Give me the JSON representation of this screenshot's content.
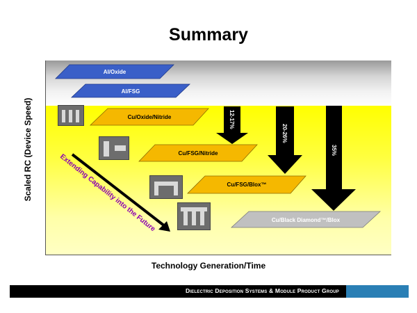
{
  "title": "Summary",
  "axes": {
    "y_label": "Scaled RC (Device Speed)",
    "x_label": "Technology Generation/Time"
  },
  "stages": [
    {
      "label": "Al/Oxide",
      "color": "#3a5fc8"
    },
    {
      "label": "Al/FSG",
      "color": "#3a5fc8"
    },
    {
      "label": "Cu/Oxide/Nitride",
      "color": "#f5b800"
    },
    {
      "label": "Cu/FSG/Nitride",
      "color": "#f5b800"
    },
    {
      "label": "Cu/FSG/Blox™",
      "color": "#f5b800"
    },
    {
      "label": "Cu/Black Diamond™/Blox",
      "color": "#c0c0c0"
    }
  ],
  "improvements": [
    "12-17%",
    "20-26%",
    "35%"
  ],
  "trend_label": "Extending Capability into the Future",
  "trend_color": "#8a00b0",
  "footer": "Dielectric Deposition Systems & Module Product Group",
  "footer_accent_color": "#2a7fb5"
}
